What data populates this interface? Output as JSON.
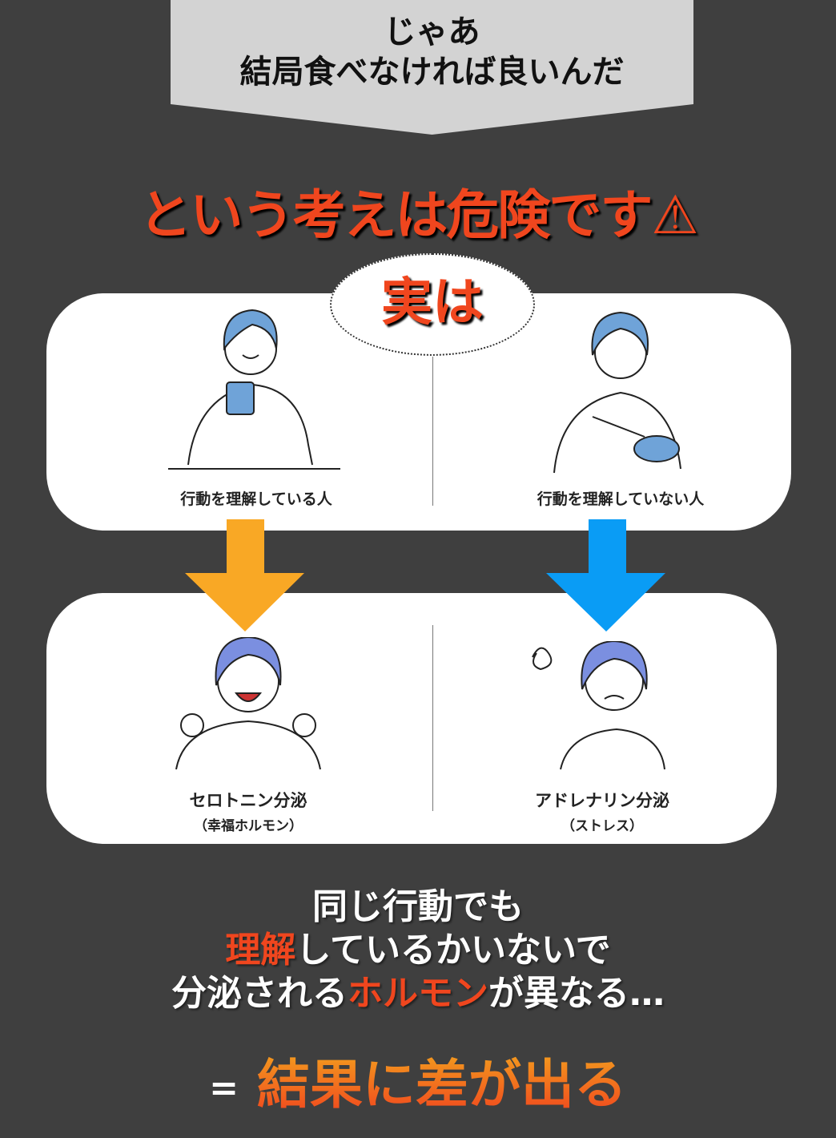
{
  "banner": {
    "line1": "じゃあ",
    "line2": "結局食べなければ良いんだ"
  },
  "headline": "という考えは危険です⚠",
  "bubble": "実は",
  "top_panel": {
    "left_label": "行動を理解している人",
    "right_label": "行動を理解していない人"
  },
  "bottom_panel": {
    "left_label": "セロトニン分泌",
    "left_sub": "（幸福ホルモン）",
    "right_label": "アドレナリン分泌",
    "right_sub": "（ストレス）"
  },
  "message": {
    "line1": "同じ行動でも",
    "line2_hl": "理解",
    "line2_rest": "しているかいないで",
    "line3_pre": "分泌される",
    "line3_hl": "ホルモン",
    "line3_post": "が異なる…"
  },
  "result": {
    "eq": "=",
    "text": "結果に差が出る"
  },
  "colors": {
    "accent": "#f0461e",
    "orange_arrow": "#f9a825",
    "blue_arrow": "#0a9cf5",
    "hair": "#6fa3d8"
  }
}
